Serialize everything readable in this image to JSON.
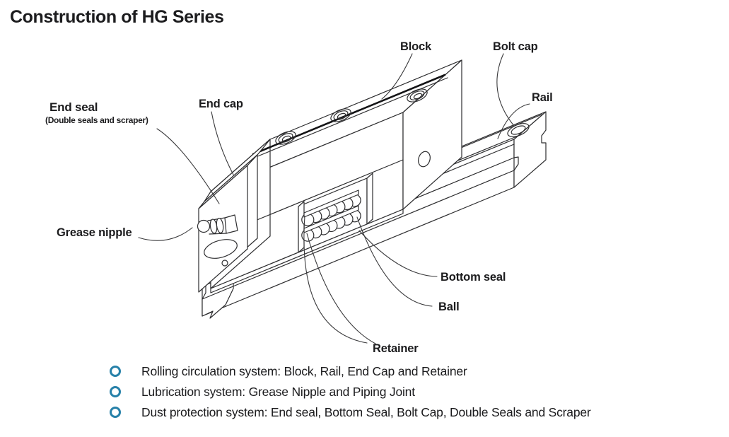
{
  "page": {
    "title": "Construction of HG Series"
  },
  "diagram": {
    "labels": {
      "block": "Block",
      "bolt_cap": "Bolt cap",
      "rail": "Rail",
      "end_seal": "End seal",
      "end_seal_sub": "(Double seals and scraper)",
      "end_cap": "End cap",
      "grease_nipple": "Grease nipple",
      "bottom_seal": "Bottom seal",
      "ball": "Ball",
      "retainer": "Retainer"
    }
  },
  "legend": {
    "items": [
      {
        "text": "Rolling circulation system: Block, Rail, End Cap and Retainer"
      },
      {
        "text": "Lubrication system: Grease Nipple and Piping Joint"
      },
      {
        "text": "Dust protection system: End seal, Bottom Seal, Bolt Cap, Double Seals and Scraper"
      }
    ],
    "bullet_color": "#2781a9"
  },
  "colors": {
    "background": "#ffffff",
    "line": "#2d2d2f",
    "text": "#1c1c1e",
    "bullet": "#2781a9"
  }
}
